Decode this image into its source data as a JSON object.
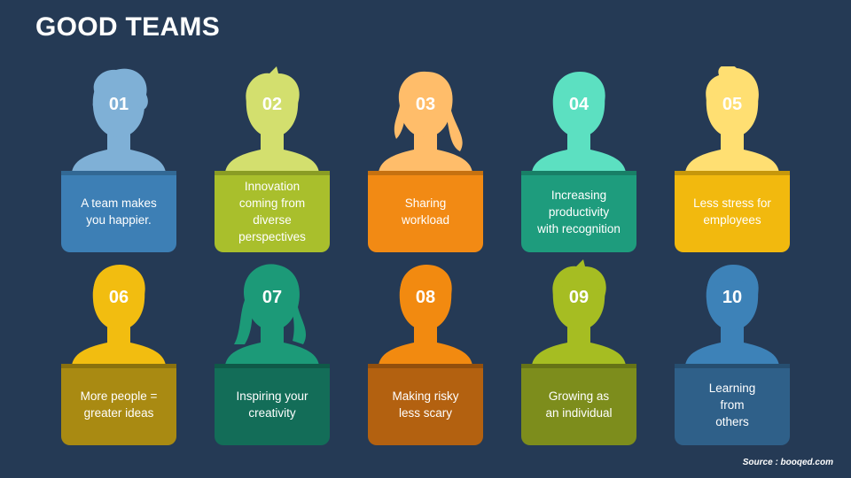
{
  "title": "GOOD TEAMS",
  "source": "Source : booqed.com",
  "items": [
    {
      "number": "01",
      "text": "A team makes\nyou happier.",
      "head_color": "#7fb0d6",
      "box_color": "#3d7fb5",
      "hair": "curly"
    },
    {
      "number": "02",
      "text": "Innovation\ncoming from\ndiverse\nperspectives",
      "head_color": "#d3df6e",
      "box_color": "#a9bf2c",
      "hair": "spiky"
    },
    {
      "number": "03",
      "text": "Sharing\nworkload",
      "head_color": "#ffbd6a",
      "box_color": "#f28a14",
      "hair": "long"
    },
    {
      "number": "04",
      "text": "Increasing\nproductivity\nwith recognition",
      "head_color": "#5ce0c1",
      "box_color": "#1e9c7d",
      "hair": "short"
    },
    {
      "number": "05",
      "text": "Less stress for\nemployees",
      "head_color": "#ffdf72",
      "box_color": "#f2b90e",
      "hair": "bun"
    },
    {
      "number": "06",
      "text": "More people =\ngreater ideas",
      "head_color": "#f2bd10",
      "box_color": "#a98a12",
      "hair": "short"
    },
    {
      "number": "07",
      "text": "Inspiring your\ncreativity",
      "head_color": "#1c9a78",
      "box_color": "#136d58",
      "hair": "longwavy"
    },
    {
      "number": "08",
      "text": "Making risky\nless scary",
      "head_color": "#f28a10",
      "box_color": "#b36110",
      "hair": "short"
    },
    {
      "number": "09",
      "text": "Growing as\nan individual",
      "head_color": "#a6bd22",
      "box_color": "#7d8d1c",
      "hair": "spiky"
    },
    {
      "number": "10",
      "text": "Learning\nfrom\nothers",
      "head_color": "#3d82b8",
      "box_color": "#2f6089",
      "hair": "short"
    }
  ]
}
